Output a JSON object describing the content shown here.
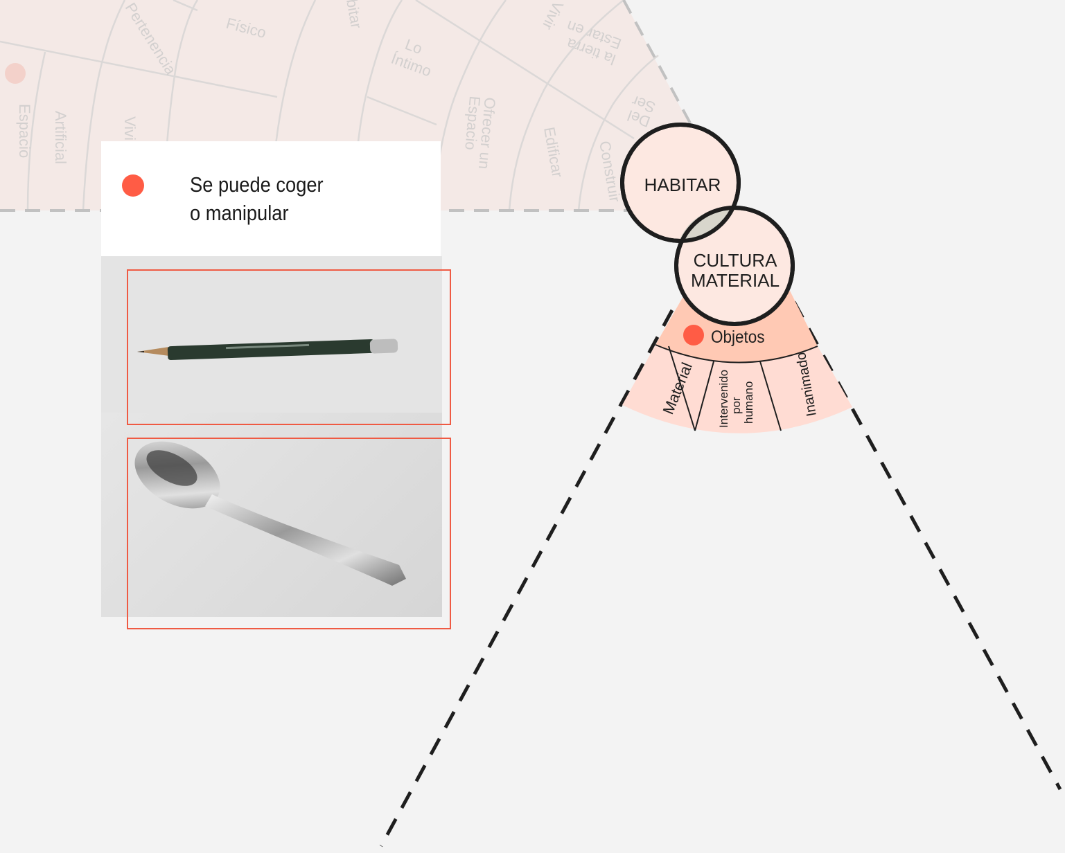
{
  "background_wheel": {
    "labels": [
      "Pertenencia",
      "Físico",
      "bitar",
      "Vivir",
      "Lo Íntimo",
      "Estar en la tierra",
      "Del Ser",
      "Ofrecer un Espacio",
      "Edificar",
      "Construir",
      "Espacio",
      "Artificial",
      "Vivi"
    ]
  },
  "legend_card": {
    "marker_color": "#ff5c45",
    "line1": "Se puede coger",
    "line2": "o manipular"
  },
  "photos": [
    {
      "subject": "pencil"
    },
    {
      "subject": "spoon"
    }
  ],
  "diagram": {
    "circle_top": "HABITAR",
    "circle_bottom_line1": "CULTURA",
    "circle_bottom_line2": "MATERIAL",
    "category": "Objetos",
    "subcategory_1": "Material",
    "subcategory_2_line1": "Intervenido",
    "subcategory_2_line2": "por",
    "subcategory_2_line3": "humano",
    "subcategory_3": "Inanimado"
  },
  "colors": {
    "accent": "#ff5c45",
    "frame": "#ef5a43",
    "ring_inner": "#ffc9b4",
    "ring_outer": "#ffdcd3",
    "circle_fill": "#fde8e1",
    "overlap_fill": "#d8d6cc"
  }
}
